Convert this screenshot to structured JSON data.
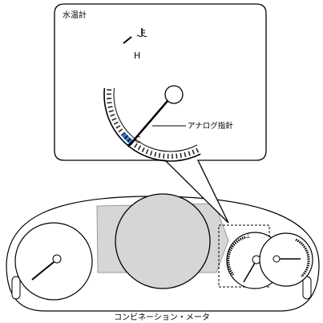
{
  "callout": {
    "title": "水温計",
    "hot_mark": "H",
    "cold_mark": "C",
    "pointer_label": "アナログ指針",
    "hot_zone_color": "#e02020",
    "cold_zone_color": "#2a7fd4"
  },
  "cluster": {
    "caption": "コンビネーション・メータ",
    "highlight_style": "dashed",
    "display_fill": "#d6d6d6"
  },
  "icons": {
    "temperature": "thermometer-icon"
  }
}
